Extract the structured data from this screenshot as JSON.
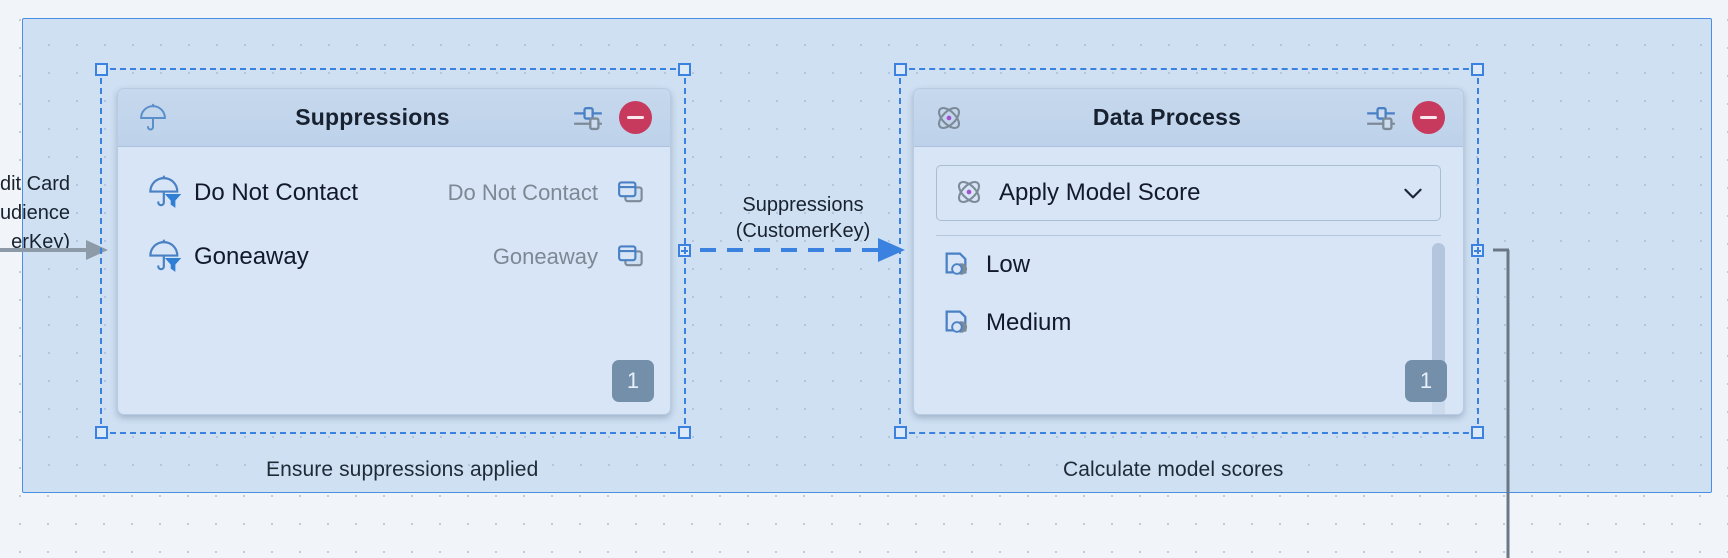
{
  "canvas": {
    "stage_captions": {
      "left": "Ensure suppressions applied",
      "right": "Calculate model scores"
    }
  },
  "connectors": {
    "incoming_label": "dit Card\nudience\nerKey)",
    "middle_label": "Suppressions\n(CustomerKey)"
  },
  "cards": [
    {
      "id": "suppressions",
      "title": "Suppressions",
      "icon": "umbrella-icon",
      "tools": {
        "settings_icon": "sliders-icon",
        "remove_icon": "minus-circle-icon"
      },
      "badge": "1",
      "rows": [
        {
          "name": "Do Not Contact",
          "value": "Do Not Contact",
          "icon": "umbrella-filter-icon",
          "action_icon": "copy-icon"
        },
        {
          "name": "Goneaway",
          "value": "Goneaway",
          "icon": "umbrella-filter-icon",
          "action_icon": "copy-icon"
        }
      ]
    },
    {
      "id": "dataprocess",
      "title": "Data Process",
      "icon": "atom-icon",
      "tools": {
        "settings_icon": "sliders-icon",
        "remove_icon": "minus-circle-icon"
      },
      "badge": "1",
      "select": {
        "value": "Apply Model Score",
        "icon": "atom-icon",
        "chevron": "chevron-down-icon"
      },
      "rows": [
        {
          "name": "Low",
          "icon": "data-extension-icon"
        },
        {
          "name": "Medium",
          "icon": "data-extension-icon"
        }
      ]
    }
  ],
  "colors": {
    "accent_blue": "#3b82e0",
    "stage_fill": "#cfe0f3",
    "card_fill": "#d7e5f6",
    "card_header": "#c6d8ed",
    "remove_red": "#c8395e",
    "badge_slate": "#738faa",
    "muted_text": "#7d8894",
    "atom_dot_purple": "#a24fd0"
  }
}
